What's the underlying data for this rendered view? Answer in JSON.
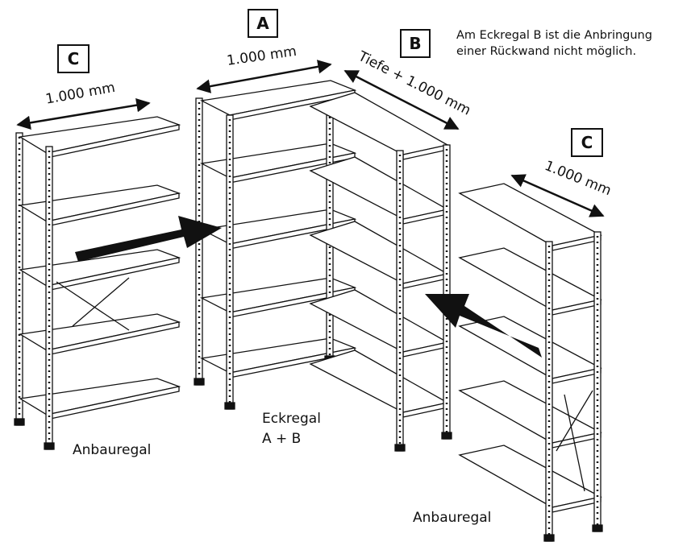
{
  "labels": {
    "box_a": "A",
    "box_b": "B",
    "box_c_left": "C",
    "box_c_right": "C",
    "dim_a": "1.000 mm",
    "dim_b": "Tiefe + 1.000 mm",
    "dim_c_left": "1.000 mm",
    "dim_c_right": "1.000 mm",
    "note_line1": "Am Eckregal B ist die Anbringung",
    "note_line2": "einer Rückwand nicht möglich.",
    "left_caption": "Anbauregal",
    "center_caption_line1": "Eckregal",
    "center_caption_line2": "A + B",
    "right_caption": "Anbauregal"
  },
  "colors": {
    "line": "#111111",
    "shelf": "#ffffff",
    "arrow": "#111111"
  }
}
